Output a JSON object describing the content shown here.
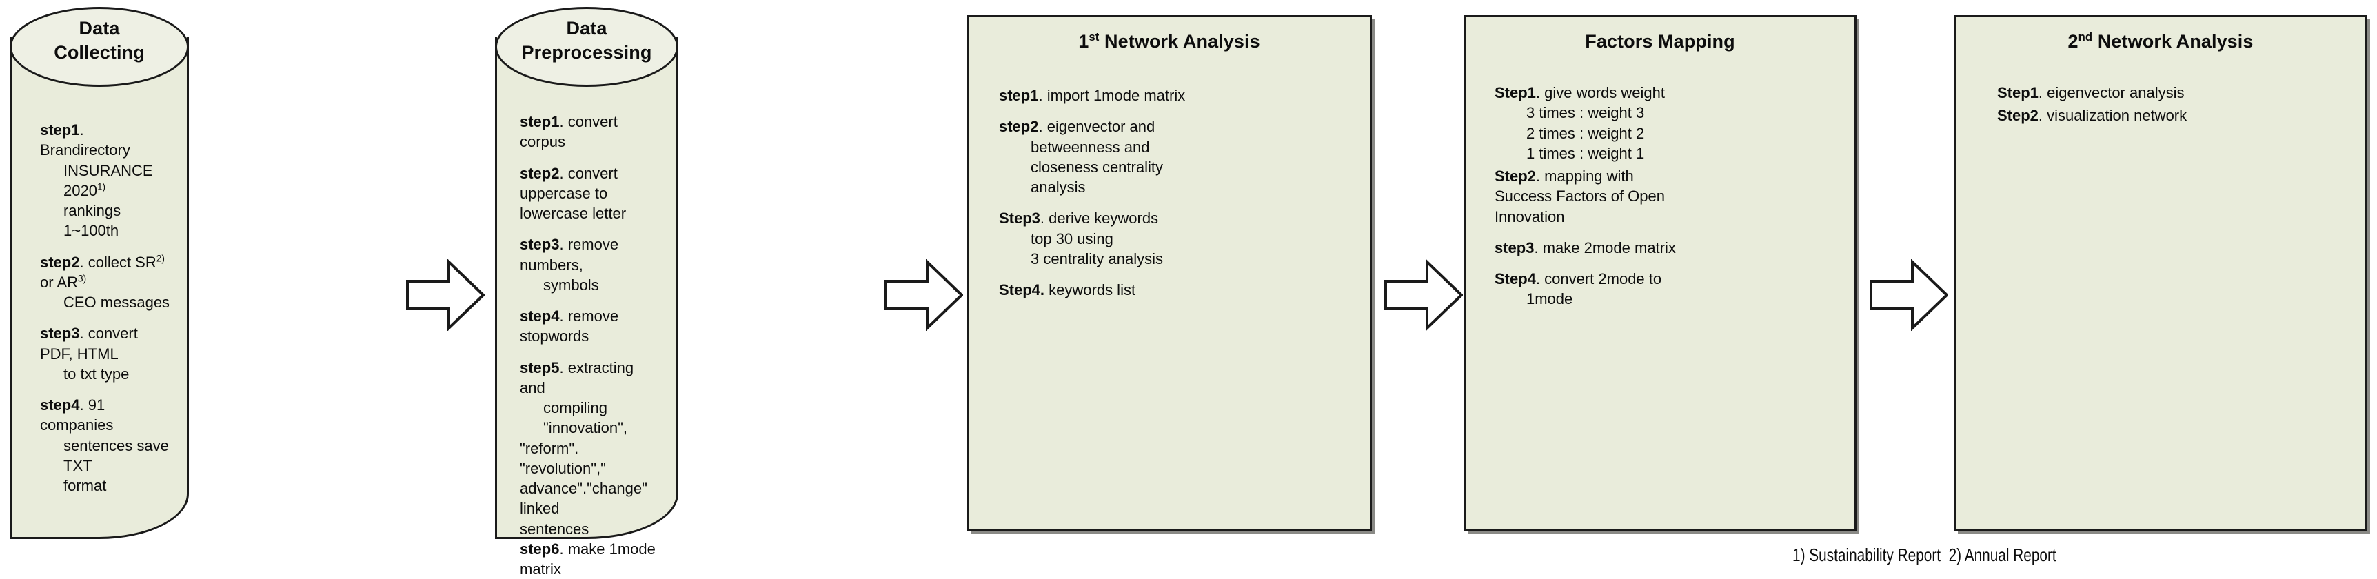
{
  "diagram": {
    "footnote": "1) Sustainability Report  2) Annual Report",
    "fill_color": "#e9ecdb",
    "cap_color": "#eef0e4",
    "border_color": "#1a1a1a",
    "shadow_color": "#8a8a86",
    "arrow_fill": "#ffffff",
    "arrow_stroke": "#1a1a1a"
  },
  "stages": [
    {
      "shape": "cylinder",
      "title_line1": "Data",
      "title_line2": "Collecting",
      "steps": [
        {
          "label": "step1",
          "text": ". Brandirectory",
          "sublines": [
            "INSURANCE  2020",
            "rankings 1~100th"
          ],
          "sup_on_subline": 0,
          "sup": "1)"
        },
        {
          "label": "step2",
          "text": ". collect SR",
          "sup": "2)",
          "text2": " or AR",
          "sup2": "3)",
          "sublines": [
            "CEO messages"
          ]
        },
        {
          "label": "step3",
          "text": ". convert PDF, HTML",
          "sublines": [
            "to txt type"
          ]
        },
        {
          "label": "step4",
          "text": ". 91 companies",
          "sublines": [
            "sentences save TXT",
            "format"
          ]
        }
      ]
    },
    {
      "shape": "cylinder",
      "title_line1": "Data",
      "title_line2": "Preprocessing",
      "steps": [
        {
          "label": "step1",
          "text": ". convert corpus",
          "sublines": []
        },
        {
          "label": "step2",
          "text": ". convert uppercase to",
          "sublines": [
            "lowercase letter"
          ],
          "flush": true
        },
        {
          "label": "step3",
          "text": ". remove numbers,",
          "sublines": [
            "symbols"
          ]
        },
        {
          "label": "step4",
          "text": ". remove stopwords",
          "sublines": []
        },
        {
          "label": "step5",
          "text": ". extracting and",
          "sublines": [
            "compiling \"innovation\",",
            "\"reform\". \"revolution\",\"",
            "advance\".\"change\" linked",
            "sentences"
          ]
        },
        {
          "label": "step6",
          "text": ". make 1mode matrix",
          "sublines": []
        }
      ]
    },
    {
      "shape": "rect",
      "title_prefix": "1",
      "title_sup": "st",
      "title_rest": " Network Analysis",
      "steps": [
        {
          "label": "step1",
          "text": ". import 1mode matrix",
          "sublines": []
        },
        {
          "label": "step2",
          "text": ". eigenvector and",
          "sublines": [
            "betweenness and",
            "closeness centrality",
            "analysis"
          ]
        },
        {
          "label": "Step3",
          "text": ". derive keywords",
          "sublines": [
            "top 30 using",
            "3 centrality analysis"
          ]
        },
        {
          "label": "Step4.",
          "text": " keywords list",
          "sublines": []
        }
      ]
    },
    {
      "shape": "rect",
      "title_rest": "Factors Mapping",
      "steps": [
        {
          "label": "Step1",
          "text": ". give words weight",
          "sublines": [
            "3 times : weight 3",
            "2 times : weight 2",
            "1 times : weight 1"
          ]
        },
        {
          "label": "Step2",
          "text": ". mapping with",
          "sublines": [
            "Success Factors of Open",
            "Innovation"
          ],
          "flush": true
        },
        {
          "label": "step3",
          "text": ". make 2mode matrix",
          "sublines": []
        },
        {
          "label": "Step4",
          "text": ". convert 2mode to",
          "sublines": [
            "1mode"
          ]
        }
      ]
    },
    {
      "shape": "rect",
      "title_prefix": "2",
      "title_sup": "nd",
      "title_rest": " Network Analysis",
      "steps": [
        {
          "label": "Step1",
          "text": ". eigenvector analysis",
          "sublines": []
        },
        {
          "label": "Step2",
          "text": ". visualization network",
          "sublines": []
        }
      ]
    }
  ],
  "arrows": [
    {
      "name": "arrow-1-to-2"
    },
    {
      "name": "arrow-2-to-3"
    },
    {
      "name": "arrow-3-to-4"
    },
    {
      "name": "arrow-4-to-5"
    }
  ]
}
